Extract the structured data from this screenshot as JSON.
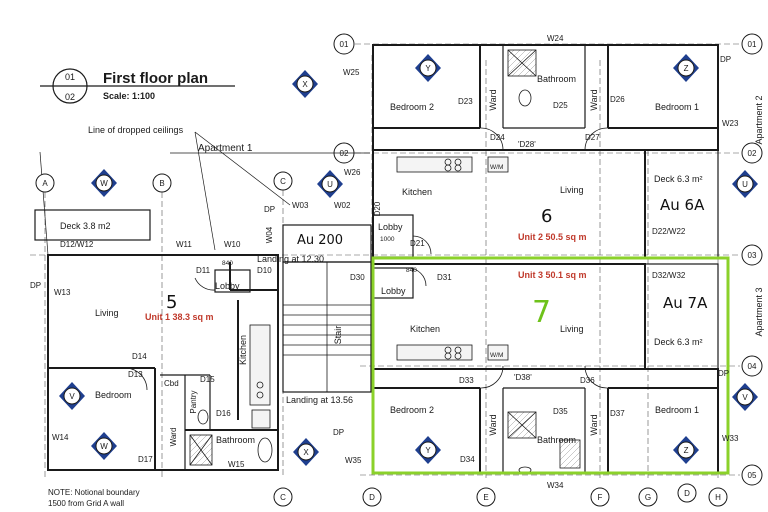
{
  "title": {
    "top_number": "01",
    "bottom_number": "02",
    "text": "First floor plan",
    "scale": "Scale: 1:100"
  },
  "notes": {
    "dropped_ceilings": "Line of dropped ceilings",
    "boundary_line1": "NOTE: Notional boundary",
    "boundary_line2": "1500 from Grid A wall"
  },
  "apartments": {
    "apt1": "Apartment 1",
    "apt2": "Apartment 2",
    "apt3": "Apartment 3"
  },
  "grid_top": [
    "A",
    "W",
    "B",
    "C",
    "X",
    "U"
  ],
  "grid_bottom": [
    "C",
    "D",
    "E",
    "F",
    "G",
    "D",
    "H"
  ],
  "grid_right": [
    "01",
    "02",
    "03",
    "04",
    "05"
  ],
  "grid_right_letters": [
    "Z",
    "U",
    "V"
  ],
  "grid_left": [
    "02"
  ],
  "rooms": {
    "bedroom2_top": "Bedroom 2",
    "bathroom_top": "Bathroom",
    "ward_top1": "Ward",
    "ward_top2": "Ward",
    "bedroom1_top": "Bedroom 1",
    "kitchen_top": "Kitchen",
    "living_top": "Living",
    "deck_top": "Deck 6.3 m²",
    "lobby_top": "Lobby",
    "lobby_top_dim": "1000",
    "landing_top": "Landing at 12.30",
    "stair": "Stair",
    "landing_bottom": "Landing at 13.56",
    "deck_left": "Deck 3.8 m2",
    "living_left": "Living",
    "lobby_left": "Lobby",
    "lobby_left_dim": "840",
    "kitchen_left": "Kitchen",
    "bedroom_left": "Bedroom",
    "cbd": "Cbd",
    "pantry": "Pantry",
    "ward_left": "Ward",
    "bathroom_left": "Bathroom",
    "lobby_right": "Lobby",
    "lobby_right_dim": "840",
    "kitchen_right": "Kitchen",
    "living_right": "Living",
    "deck_right": "Deck 6.3 m²",
    "bedroom2_bottom": "Bedroom 2",
    "ward_bottom1": "Ward",
    "bathroom_bottom": "Bathroom",
    "ward_bottom2": "Ward",
    "bedroom1_bottom": "Bedroom 1"
  },
  "units": {
    "unit1": "Unit 1 38.3 sq m",
    "unit2": "Unit 2 50.5 sq m",
    "unit3": "Unit 3 50.1 sq m"
  },
  "handwriting": {
    "num5": "5",
    "num6": "6",
    "num7": "7",
    "au6a": "Au 6A",
    "au7a": "Au 7A",
    "au200": "Au 200"
  },
  "tags": {
    "W24": "W24",
    "W25": "W25",
    "D23": "D23",
    "D25": "D25",
    "D26": "D26",
    "DP1": "DP",
    "W23": "W23",
    "D24": "D24",
    "D28": "'D28'",
    "D27": "D27",
    "W26": "W26",
    "D20": "D20",
    "D21": "D21",
    "D22W22": "D22/W22",
    "W03": "W03",
    "W02": "W02",
    "W04": "W04",
    "DP2": "DP",
    "D12W12": "D12/W12",
    "W11": "W11",
    "W10": "W10",
    "D11": "D11",
    "D10": "D10",
    "DP3": "DP",
    "W13": "W13",
    "D30": "D30",
    "D31": "D31",
    "D32W32": "D32/W32",
    "D14": "D14",
    "D13": "D13",
    "D15": "D15",
    "D16": "D16",
    "D33": "D33",
    "D38": "'D38'",
    "D36": "D36",
    "D35": "D35",
    "D37": "D37",
    "W14": "W14",
    "D17": "D17",
    "W15": "W15",
    "DP4": "DP",
    "W35": "W35",
    "D34": "D34",
    "W33": "W33",
    "W34": "W34",
    "DP5": "DP",
    "WM1": "W/M",
    "WM2": "W/M"
  },
  "colors": {
    "line": "#1a1a1a",
    "unit_text": "#c0392b",
    "highlight": "#8bd12a",
    "arrow_blue": "#1f3f8f",
    "shade": "#eeeeee"
  }
}
